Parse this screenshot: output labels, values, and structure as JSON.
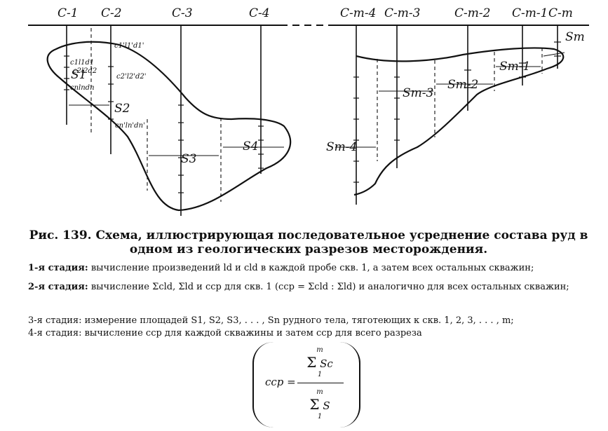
{
  "figure": {
    "well_labels": [
      "С-1",
      "С-2",
      "С-3",
      "С-4",
      "С-m-4",
      "С-m-3",
      "С-m-2",
      "С-m-1",
      "С-m"
    ],
    "area_labels": [
      "S1",
      "S2",
      "S3",
      "S4",
      "Sm-4",
      "Sm-3",
      "Sm-2",
      "Sm-1",
      "Sm"
    ],
    "sample_labels": [
      "c1l1d1",
      "c2l2d2",
      "cnlndn",
      "c1'l1'd1'",
      "c2'l2'd2'",
      "cn'ln'dn'"
    ]
  },
  "caption": {
    "title": "Рис. 139. Схема, иллюстрирующая последовательное усреднение состава руд в одном из геологических разрезов месторождения."
  },
  "legend": {
    "stage1_label": "1-я стадия:",
    "stage1_text": " вычисление произведений ld и cld в каждой пробе скв. 1, а затем всех остальных скважин;",
    "stage2_label": "2-я стадия:",
    "stage2_text_a": " вычисление",
    "stage2_text_b": " для скв. 1",
    "stage2_text_c": " и аналогично для всех остальных скважин;",
    "stage3_text": "3-я стадия: измерение площадей S1, S2, S3, . . . , Sn рудного тела, тяготеющих к скв. 1, 2, 3, . . . , m;",
    "stage4_text": "4-я стадия: вычисление cср для каждой скважины и затем cср для всего разреза"
  },
  "formula": {
    "lhs": "cср =",
    "numerator": "Sc",
    "denominator": "S",
    "upper": "m",
    "lower": "1"
  }
}
